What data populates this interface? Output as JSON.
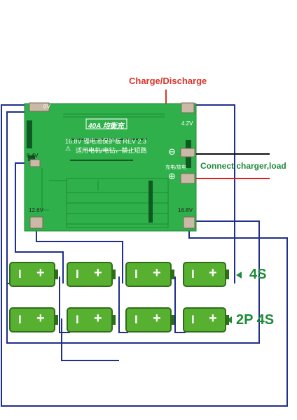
{
  "header": {
    "charge_discharge": "Charge/Discharge"
  },
  "board": {
    "current_badge": "40A 均衡充",
    "version_line": "16.8V 锂电池保护板 REV 2.3",
    "usage_line": "适用电机/电钻，禁止短路",
    "pad_labels": {
      "v0": "0V",
      "v4_2": "4.2V",
      "v8_4": "8.4V",
      "v12_6": "12.6V",
      "v16_8": "16.8V"
    },
    "charge_pad_label": "充电/放电",
    "minus_symbol": "⊖",
    "plus_symbol": "⊕"
  },
  "annotations": {
    "connect_label": "Connect charger,load",
    "row1_label": "4S",
    "row2_label": "2P 4S",
    "arrow_symbol": "←"
  },
  "cells": {
    "minus": "I",
    "plus": "+"
  },
  "colors": {
    "wire_blue": "#1f2f8a",
    "board_green": "#2fb04a",
    "cell_green": "#58b030",
    "red_label": "#d9342a",
    "green_label": "#1f8a3a",
    "wire_red": "#e02020"
  }
}
